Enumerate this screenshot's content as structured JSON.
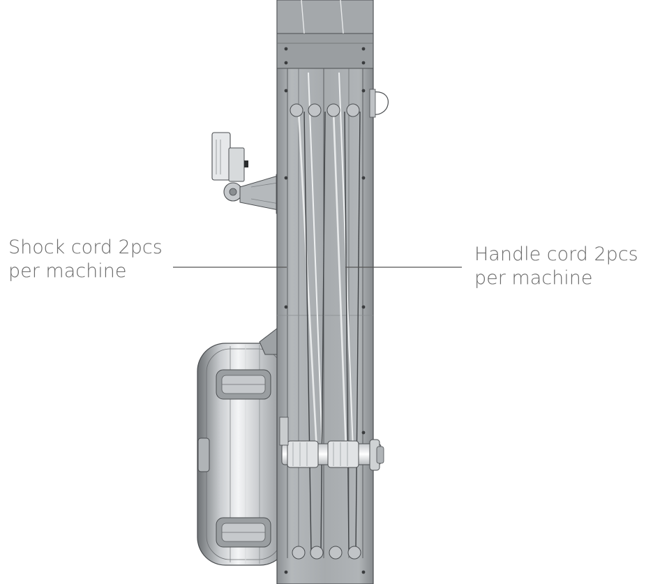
{
  "labels": {
    "shock_cord": {
      "line1": "Shock cord 2pcs",
      "line2": "per machine"
    },
    "handle_cord": {
      "line1": "Handle cord 2pcs",
      "line2": "per machine"
    }
  },
  "colors": {
    "frame": "#a9adb0",
    "frame_dark": "#7d8184",
    "frame_outline": "#4a4d50",
    "cord": "#e8eaeb",
    "label_text": "#6a6a6a",
    "leader_line": "#555555"
  },
  "icons": [
    "rowing-machine-rail-drawing",
    "flywheel-drawing",
    "monitor-drawing"
  ]
}
